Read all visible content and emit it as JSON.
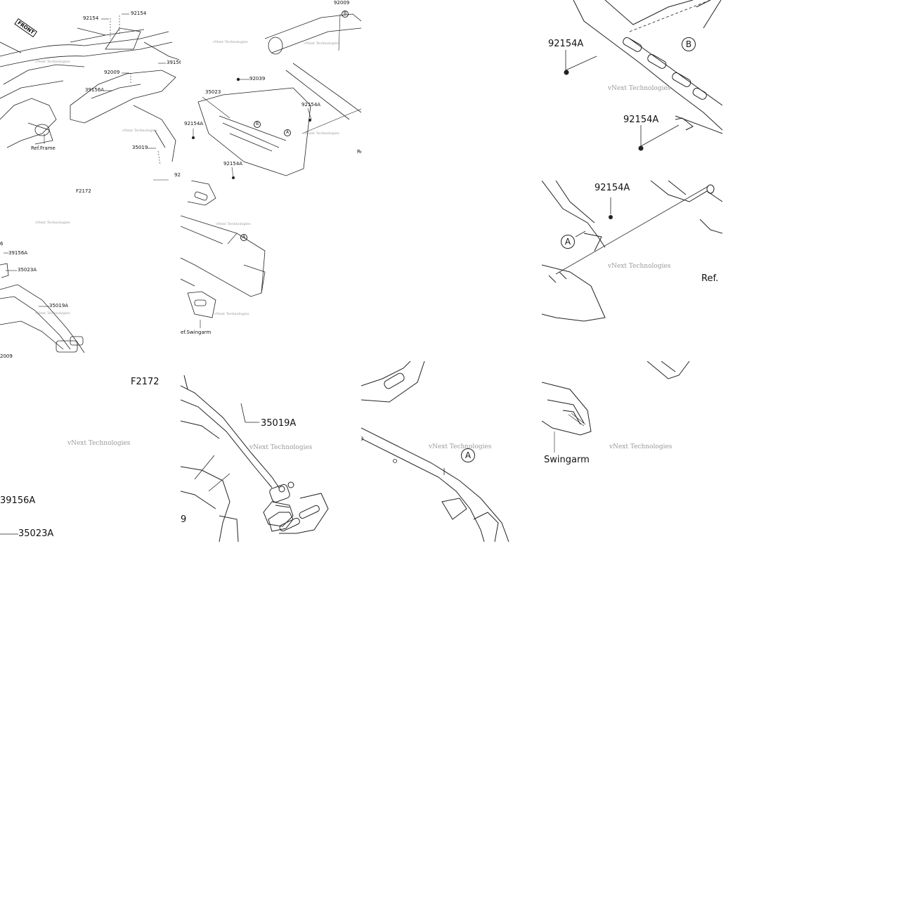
{
  "diagram": {
    "callouts": {
      "p92154": "92154",
      "p92154b": "92154",
      "p92009": "92009",
      "p92009b": "92009",
      "p39156": "39156",
      "p39156a": "39156A",
      "p39156a_b": "39156A",
      "p35019": "35019",
      "p92039": "92039",
      "p35023": "35023",
      "p92154a": "92154A",
      "p35023a": "35023A",
      "p35019a": "35019A",
      "p35019a_b": "35019A",
      "p92": "92",
      "p9": "9",
      "p2009": "2009",
      "p6": "6"
    },
    "refs": {
      "ref_frame": "Ref.Frame",
      "ref_swingarm": "ef.Swingarm",
      "ref_trunc": "Ref.",
      "re": "Re",
      "swingarm": "Swingarm"
    },
    "figure_code": "F2172",
    "front_badge": "FRONT",
    "markers": {
      "a": "A",
      "b": "B"
    },
    "watermark": "vNext Technologies"
  }
}
